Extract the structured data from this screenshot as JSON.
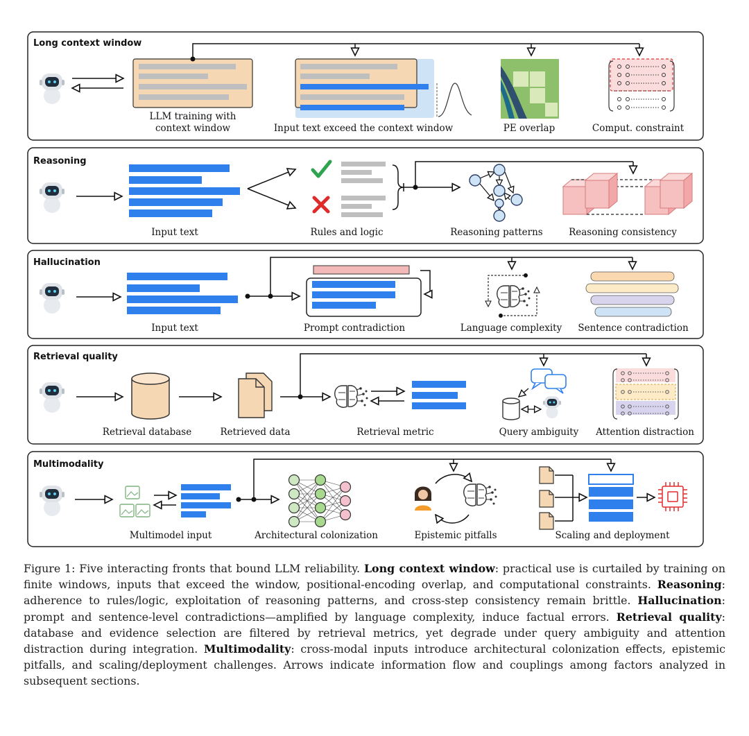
{
  "panels": [
    {
      "title": "Long context window",
      "labels": [
        "LLM training with",
        "context window",
        "Input text exceed the context window",
        "PE overlap",
        "Comput. constraint"
      ]
    },
    {
      "title": "Reasoning",
      "labels": [
        "Input text",
        "Rules and logic",
        "Reasoning patterns",
        "Reasoning consistency"
      ]
    },
    {
      "title": "Hallucination",
      "labels": [
        "Input text",
        "Prompt contradiction",
        "Language complexity",
        "Sentence contradiction"
      ]
    },
    {
      "title": "Retrieval quality",
      "labels": [
        "Retrieval database",
        "Retrieved data",
        "Retrieval metric",
        "Query ambiguity",
        "Attention distraction"
      ]
    },
    {
      "title": "Multimodality",
      "labels": [
        "Multimodel input",
        "Architectural colonization",
        "Epistemic pitfalls",
        "Scaling and deployment"
      ]
    }
  ],
  "caption": {
    "lead": "Figure 1: Five interacting fronts that bound LLM reliability. ",
    "b1": "Long context window",
    "t1": ": practical use is curtailed by training on finite windows, inputs that exceed the window, positional-encoding overlap, and computational constraints. ",
    "b2": "Reasoning",
    "t2": ": adherence to rules/logic, exploitation of reasoning patterns, and cross-step consistency remain brittle. ",
    "b3": "Hallucination",
    "t3": ": prompt and sentence-level contradictions—amplified by language complexity, induce factual errors. ",
    "b4": "Retrieval quality",
    "t4": ": database and evidence selection are filtered by retrieval metrics, yet degrade under query ambiguity and attention distraction during integration. ",
    "b5": "Multimodality",
    "t5": ": cross-modal inputs introduce architectural colonization effects, epistemic pitfalls, and scaling/deployment challenges. Arrows indicate information flow and couplings among factors analyzed in subsequent sections."
  },
  "colors": {
    "blue": "#2f80ed",
    "grey": "#bfbfbf",
    "peach": "#f6d7b3",
    "pink": "#f3b8b8",
    "green": "#2ea44f",
    "red": "#e02b2b"
  }
}
